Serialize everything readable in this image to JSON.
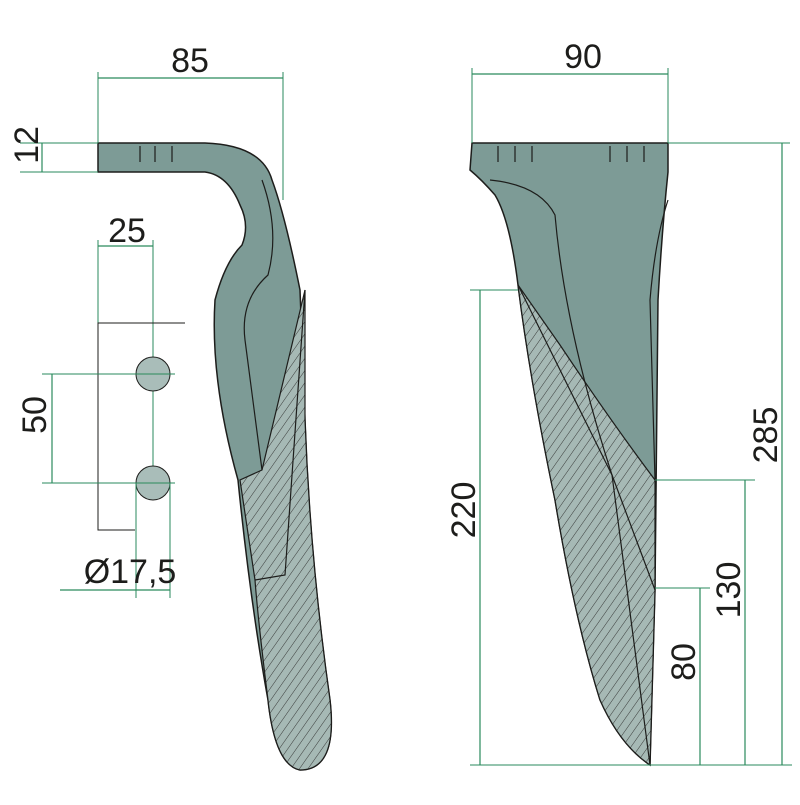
{
  "title": "Tiller blade technical drawing",
  "colors": {
    "blade": "#7d9b96",
    "dimension_line": "#2a8a5c",
    "text": "#1d1d1b"
  },
  "side_view": {
    "width_label": "85",
    "thickness_label": "12",
    "hole_offset_label": "25",
    "hole_spacing_label": "50",
    "hole_diameter_label": "Ø17,5"
  },
  "front_view": {
    "width_label": "90",
    "total_height_label": "285",
    "edge_height_label": "220",
    "upper_bevel_label": "130",
    "lower_bevel_label": "80"
  }
}
